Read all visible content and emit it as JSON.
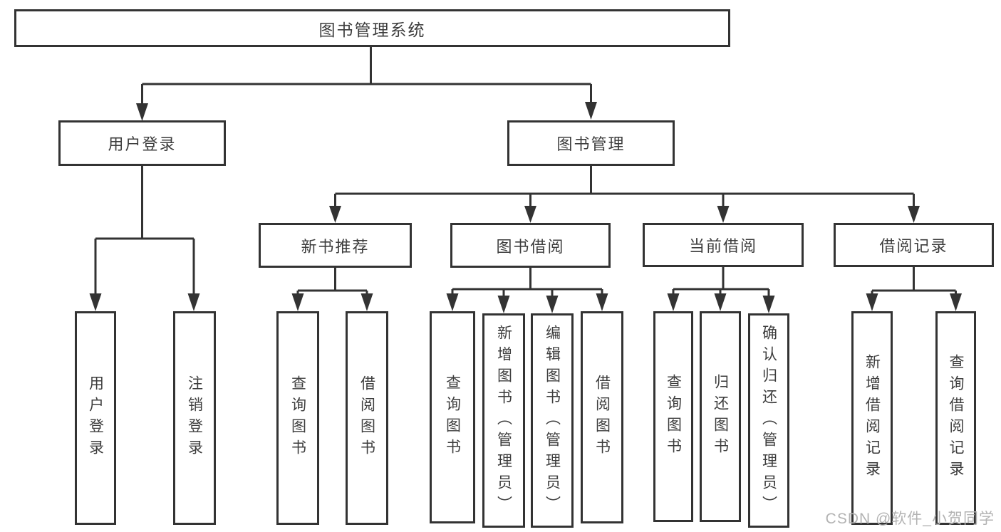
{
  "diagram": {
    "root": {
      "label": "图书管理系统"
    },
    "level1": [
      {
        "label": "用户登录"
      },
      {
        "label": "图书管理"
      }
    ],
    "level2": [
      {
        "label": "新书推荐"
      },
      {
        "label": "图书借阅"
      },
      {
        "label": "当前借阅"
      },
      {
        "label": "借阅记录"
      }
    ],
    "leaves": [
      {
        "label": "用户登录"
      },
      {
        "label": "注销登录"
      },
      {
        "label": "查询图书"
      },
      {
        "label": "借阅图书"
      },
      {
        "label": "查询图书"
      },
      {
        "label": "新增图书（管理员）"
      },
      {
        "label": "编辑图书（管理员）"
      },
      {
        "label": "借阅图书"
      },
      {
        "label": "查询图书"
      },
      {
        "label": "归还图书"
      },
      {
        "label": "确认归还（管理员）"
      },
      {
        "label": "新增借阅记录"
      },
      {
        "label": "查询借阅记录"
      }
    ]
  },
  "watermark": {
    "text": "CSDN @软件_小贺同学"
  },
  "colors": {
    "line": "#333333",
    "text": "#3d3d3d",
    "watermark": "#b3b3b3",
    "background": "#ffffff"
  }
}
